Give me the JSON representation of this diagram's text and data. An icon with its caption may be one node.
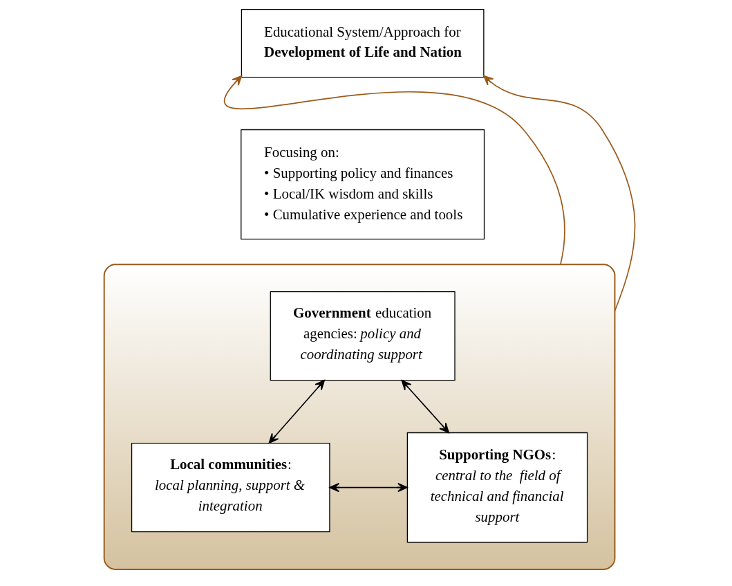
{
  "diagram": {
    "nodes": [
      {
        "text": [
          "Educational System/Approach for",
          "**Development of Life and Nation**"
        ]
      },
      {
        "text": [
          "Focusing on:",
          "• Supporting policy and finances",
          "• Local/IK wisdom and skills",
          "• Cumulative experience and tools"
        ]
      },
      {
        "text": [],
        "shape": "box"
      },
      {
        "text": [
          "**Government** education agencies: *policy and coordinating support*"
        ],
        "in": 2
      },
      {
        "text": [
          "**Local communities**: *local planning, support & integration*"
        ],
        "in": 2
      },
      {
        "text": [
          "**Supporting NGOs**: *central to the  field of technical and financial support*"
        ],
        "in": 2
      }
    ],
    "edges": [
      {
        "from": 2,
        "to": 0,
        "arrow": "to",
        "color": "#9b5a1a"
      },
      {
        "from": 2,
        "to": 0,
        "arrow": "to",
        "color": "#9b5a1a"
      },
      {
        "from": 4,
        "to": 3,
        "arrow": "both"
      },
      {
        "from": 5,
        "to": 3,
        "arrow": "both"
      },
      {
        "from": 4,
        "to": 5,
        "arrow": "both"
      }
    ]
  }
}
